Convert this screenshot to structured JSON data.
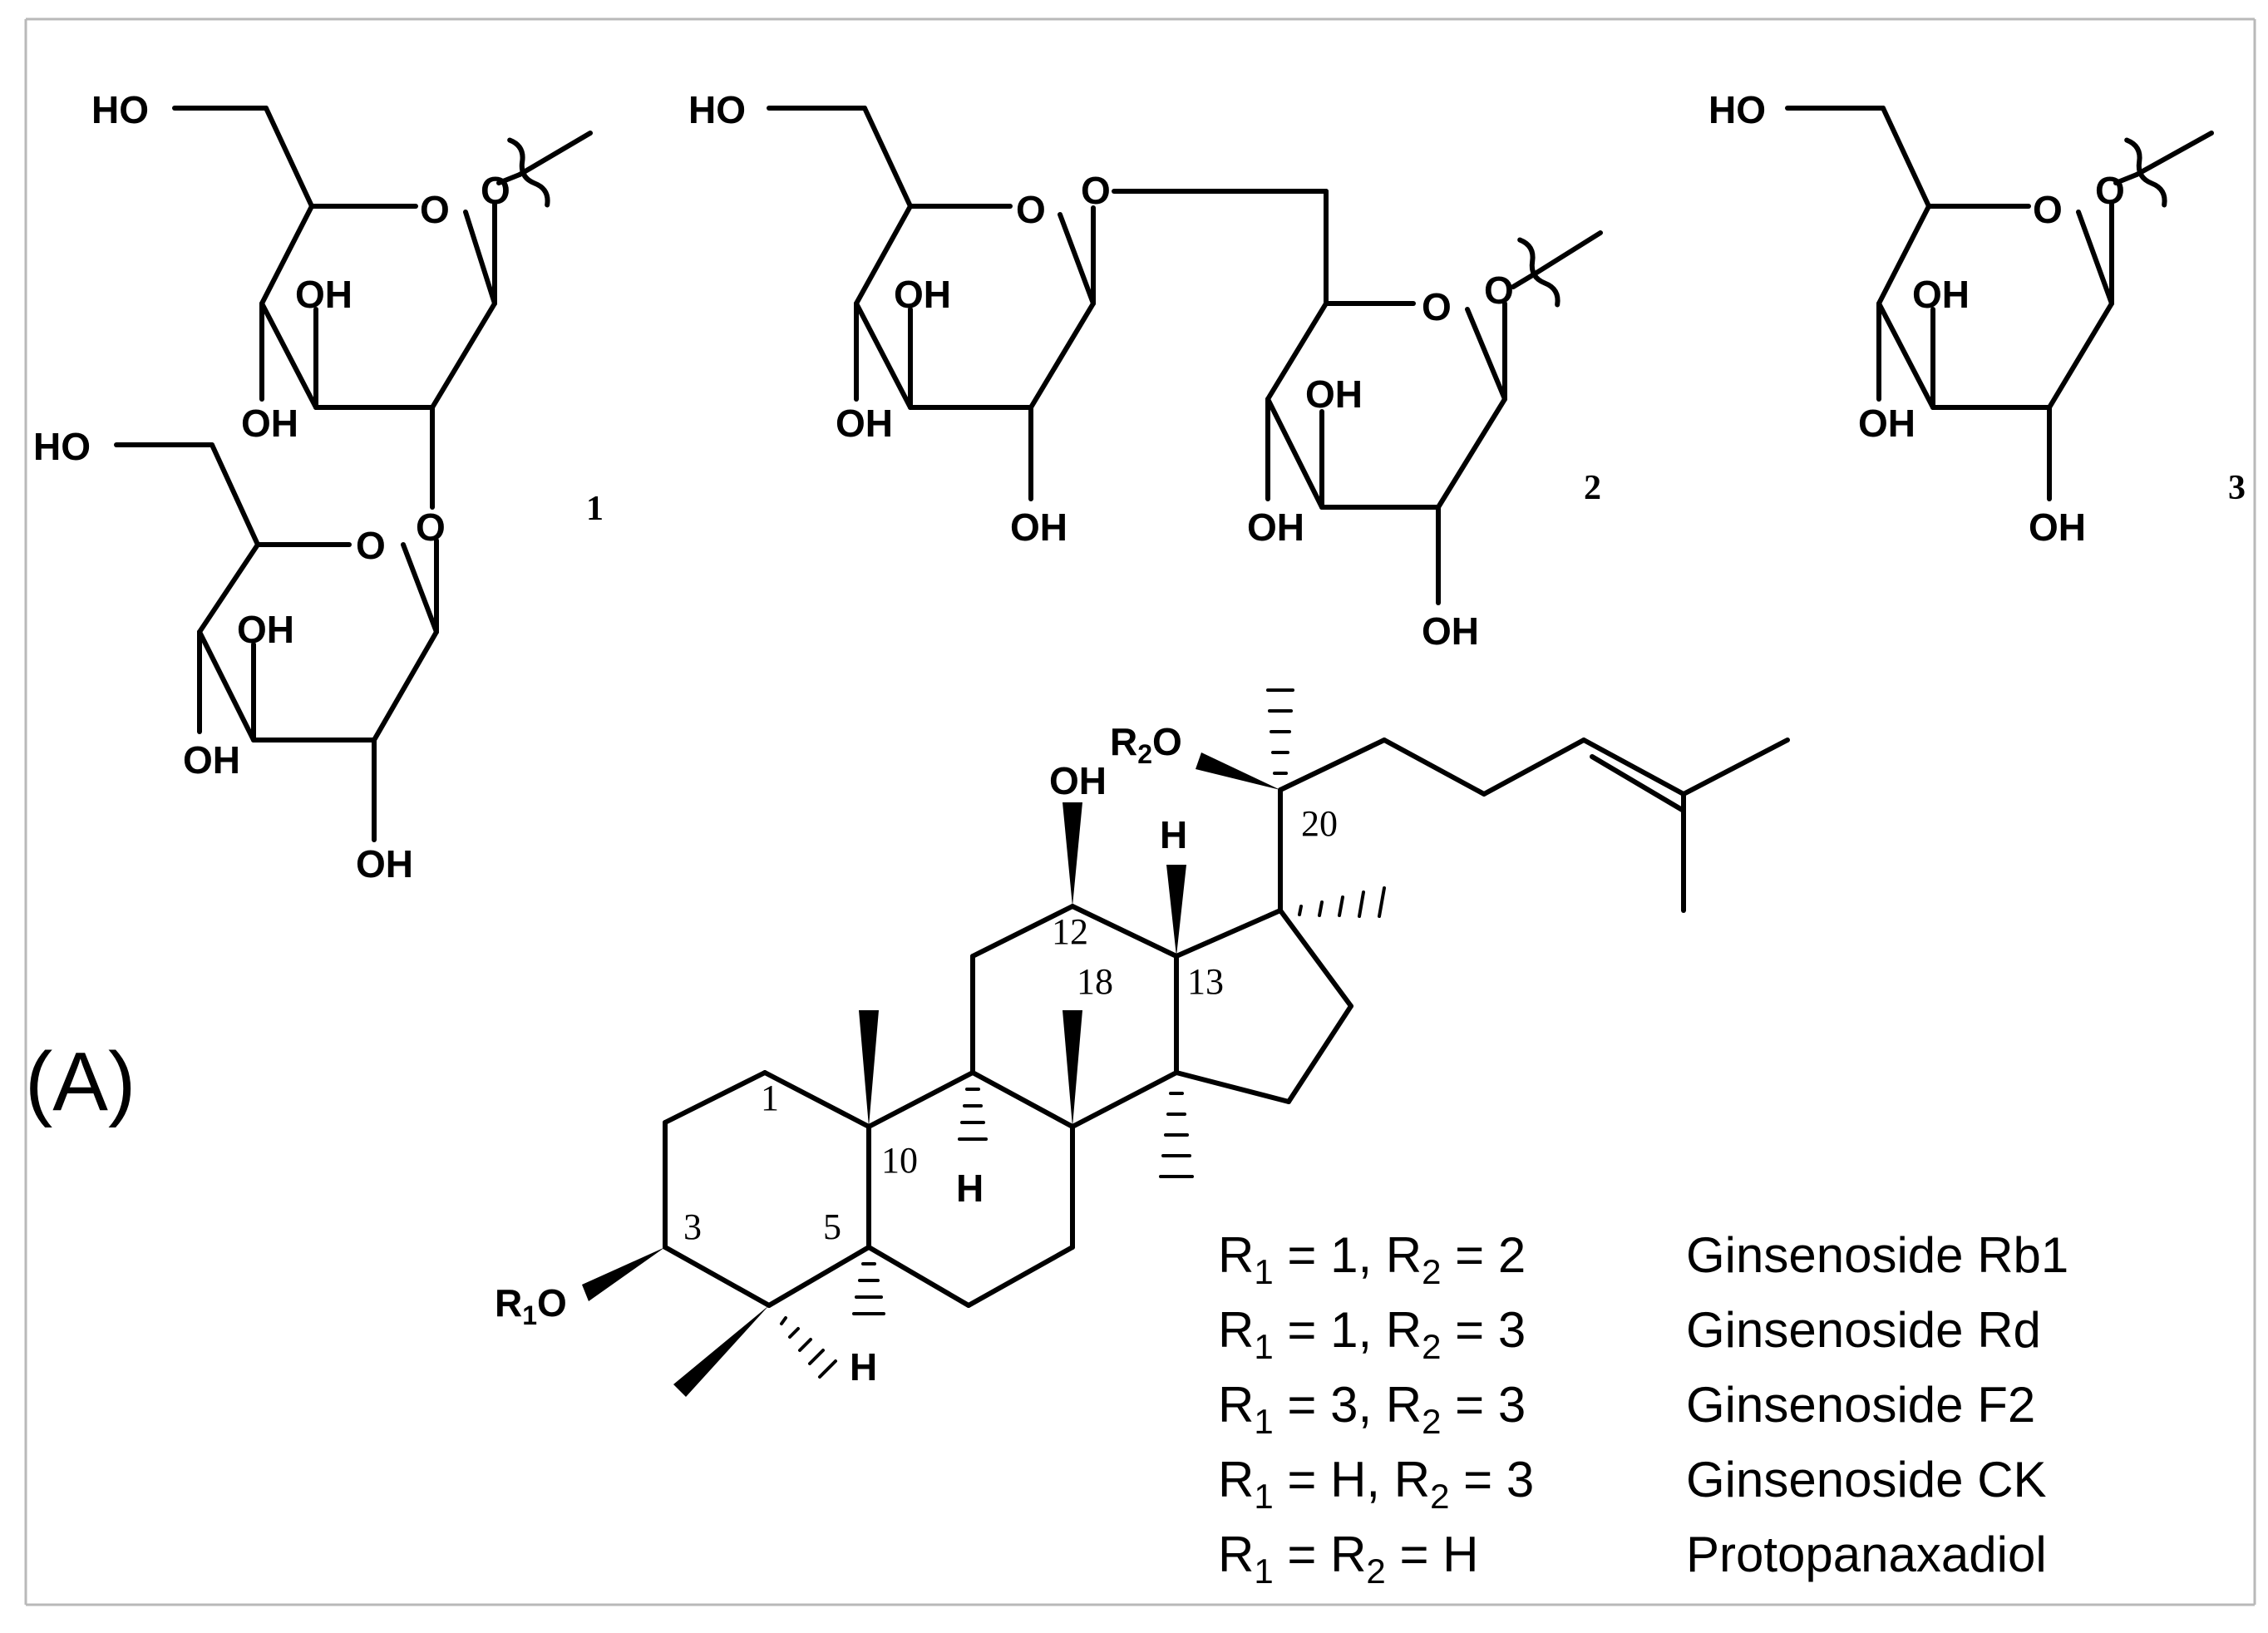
{
  "panel_label": "(A)",
  "sugar_labels": [
    "1",
    "2",
    "3"
  ],
  "atoms": {
    "ho": "HO",
    "oh": "OH",
    "o": "O",
    "h": "H",
    "r1o_r": "R",
    "r1o_sub": "1",
    "r1o_o": "O",
    "r2o_r": "R",
    "r2o_sub": "2",
    "r2o_o": "O"
  },
  "carbon_numbers": [
    "1",
    "3",
    "5",
    "10",
    "12",
    "13",
    "18",
    "20"
  ],
  "substitution_table": [
    {
      "assignment": [
        {
          "t": "R"
        },
        {
          "s": "1"
        },
        {
          "t": " = 1, R"
        },
        {
          "s": "2"
        },
        {
          "t": " = 2"
        }
      ],
      "compound": "Ginsenoside Rb1"
    },
    {
      "assignment": [
        {
          "t": "R"
        },
        {
          "s": "1"
        },
        {
          "t": "  = 1, R"
        },
        {
          "s": "2"
        },
        {
          "t": " = 3"
        }
      ],
      "compound": "Ginsenoside Rd"
    },
    {
      "assignment": [
        {
          "t": "R"
        },
        {
          "s": "1"
        },
        {
          "t": " = 3, R"
        },
        {
          "s": "2"
        },
        {
          "t": " = 3"
        }
      ],
      "compound": "Ginsenoside F2"
    },
    {
      "assignment": [
        {
          "t": "R"
        },
        {
          "s": "1"
        },
        {
          "t": " = H, R"
        },
        {
          "s": "2"
        },
        {
          "t": " = 3"
        }
      ],
      "compound": "Ginsenoside CK"
    },
    {
      "assignment": [
        {
          "t": "R"
        },
        {
          "s": "1"
        },
        {
          "t": " = R"
        },
        {
          "s": "2"
        },
        {
          "t": " = H"
        }
      ],
      "compound": "Protopanaxadiol"
    }
  ]
}
